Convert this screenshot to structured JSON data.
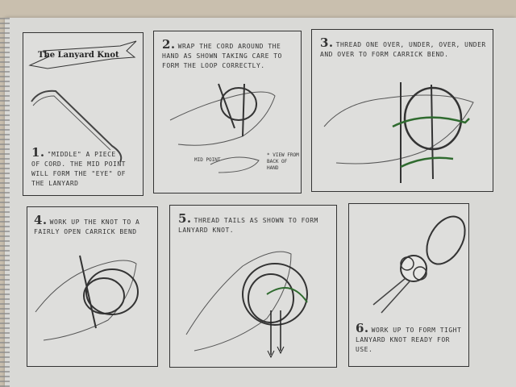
{
  "title": "The Lanyard Knot",
  "steps": [
    {
      "number": "1.",
      "text": "\"Middle\" a piece of cord. The mid point will form the \"eye\" of the lanyard"
    },
    {
      "number": "2.",
      "text": "Wrap the cord around the hand as shown taking care to form the loop correctly."
    },
    {
      "number": "3.",
      "text": "Thread one over, under, over, under and over to form carrick bend."
    },
    {
      "number": "4.",
      "text": "Work up the knot to a fairly open carrick bend"
    },
    {
      "number": "5.",
      "text": "Thread tails as shown to form lanyard knot."
    },
    {
      "number": "6.",
      "text": "Work up to form tight lanyard knot ready for use."
    }
  ],
  "annotations": {
    "mid_point": "Mid point",
    "view": "* View from back of hand"
  },
  "colors": {
    "ink": "#333333",
    "green_cord": "#2f6b2f",
    "paper": "#d9d9d6"
  }
}
